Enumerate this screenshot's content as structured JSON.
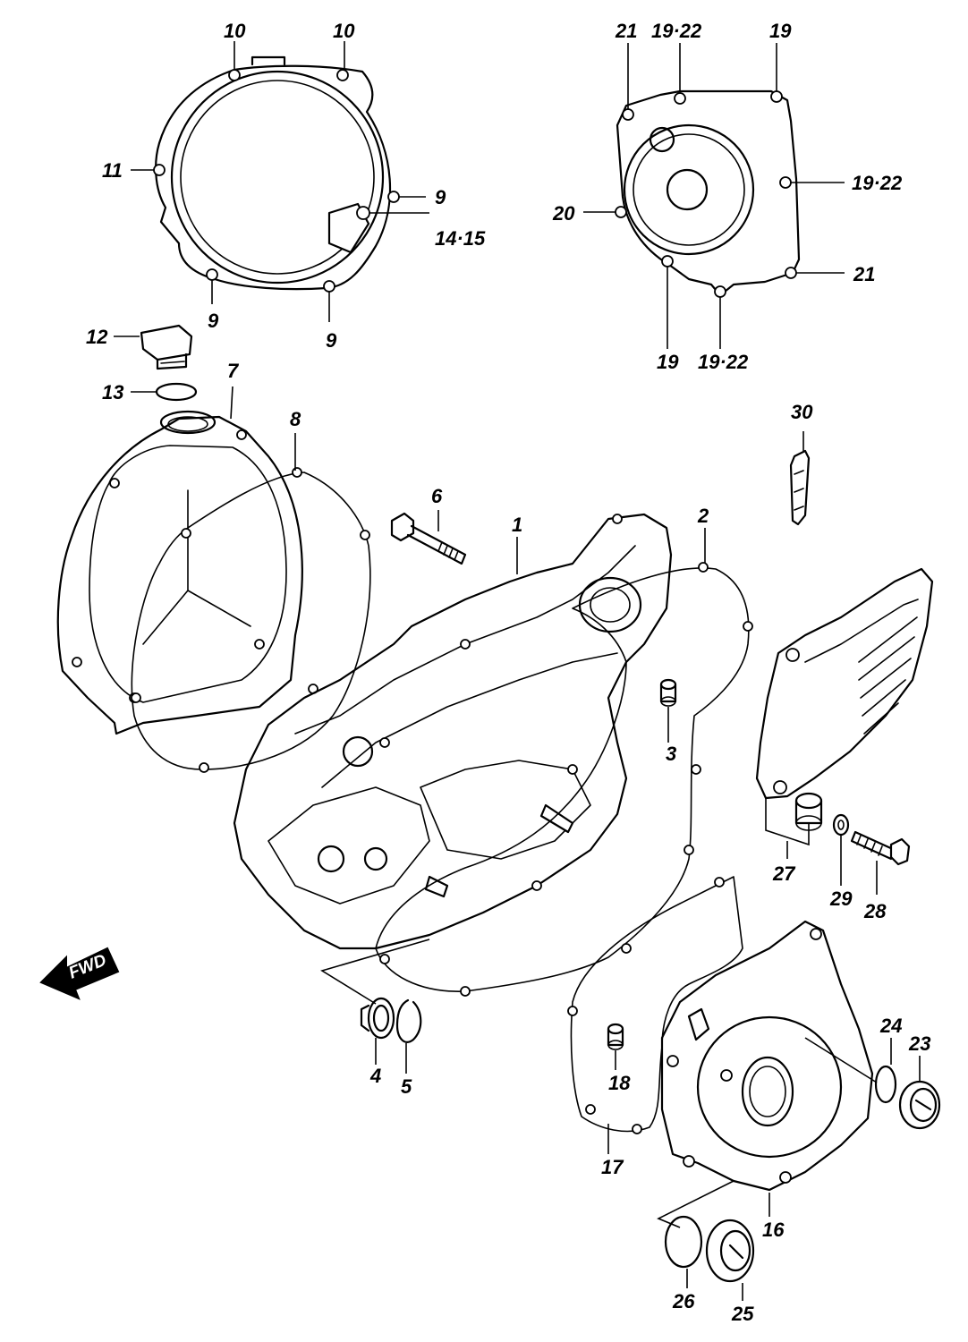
{
  "callouts": [
    {
      "id": "c1",
      "label": "1"
    },
    {
      "id": "c2",
      "label": "2"
    },
    {
      "id": "c3",
      "label": "3"
    },
    {
      "id": "c4",
      "label": "4"
    },
    {
      "id": "c5",
      "label": "5"
    },
    {
      "id": "c6",
      "label": "6"
    },
    {
      "id": "c7",
      "label": "7"
    },
    {
      "id": "c8",
      "label": "8"
    },
    {
      "id": "c9a",
      "label": "9"
    },
    {
      "id": "c9b",
      "label": "9"
    },
    {
      "id": "c9c",
      "label": "9"
    },
    {
      "id": "c10a",
      "label": "10"
    },
    {
      "id": "c10b",
      "label": "10"
    },
    {
      "id": "c11",
      "label": "11"
    },
    {
      "id": "c12",
      "label": "12"
    },
    {
      "id": "c13",
      "label": "13"
    },
    {
      "id": "c1415",
      "label": "14·15"
    },
    {
      "id": "c16",
      "label": "16"
    },
    {
      "id": "c17",
      "label": "17"
    },
    {
      "id": "c18",
      "label": "18"
    },
    {
      "id": "c19a",
      "label": "19"
    },
    {
      "id": "c19b",
      "label": "19"
    },
    {
      "id": "c1922a",
      "label": "19·22"
    },
    {
      "id": "c1922b",
      "label": "19·22"
    },
    {
      "id": "c1922c",
      "label": "19·22"
    },
    {
      "id": "c20",
      "label": "20"
    },
    {
      "id": "c21a",
      "label": "21"
    },
    {
      "id": "c21b",
      "label": "21"
    },
    {
      "id": "c23",
      "label": "23"
    },
    {
      "id": "c24",
      "label": "24"
    },
    {
      "id": "c25",
      "label": "25"
    },
    {
      "id": "c26",
      "label": "26"
    },
    {
      "id": "c27",
      "label": "27"
    },
    {
      "id": "c28",
      "label": "28"
    },
    {
      "id": "c29",
      "label": "29"
    },
    {
      "id": "c30",
      "label": "30"
    }
  ],
  "fwd_label": "FWD"
}
